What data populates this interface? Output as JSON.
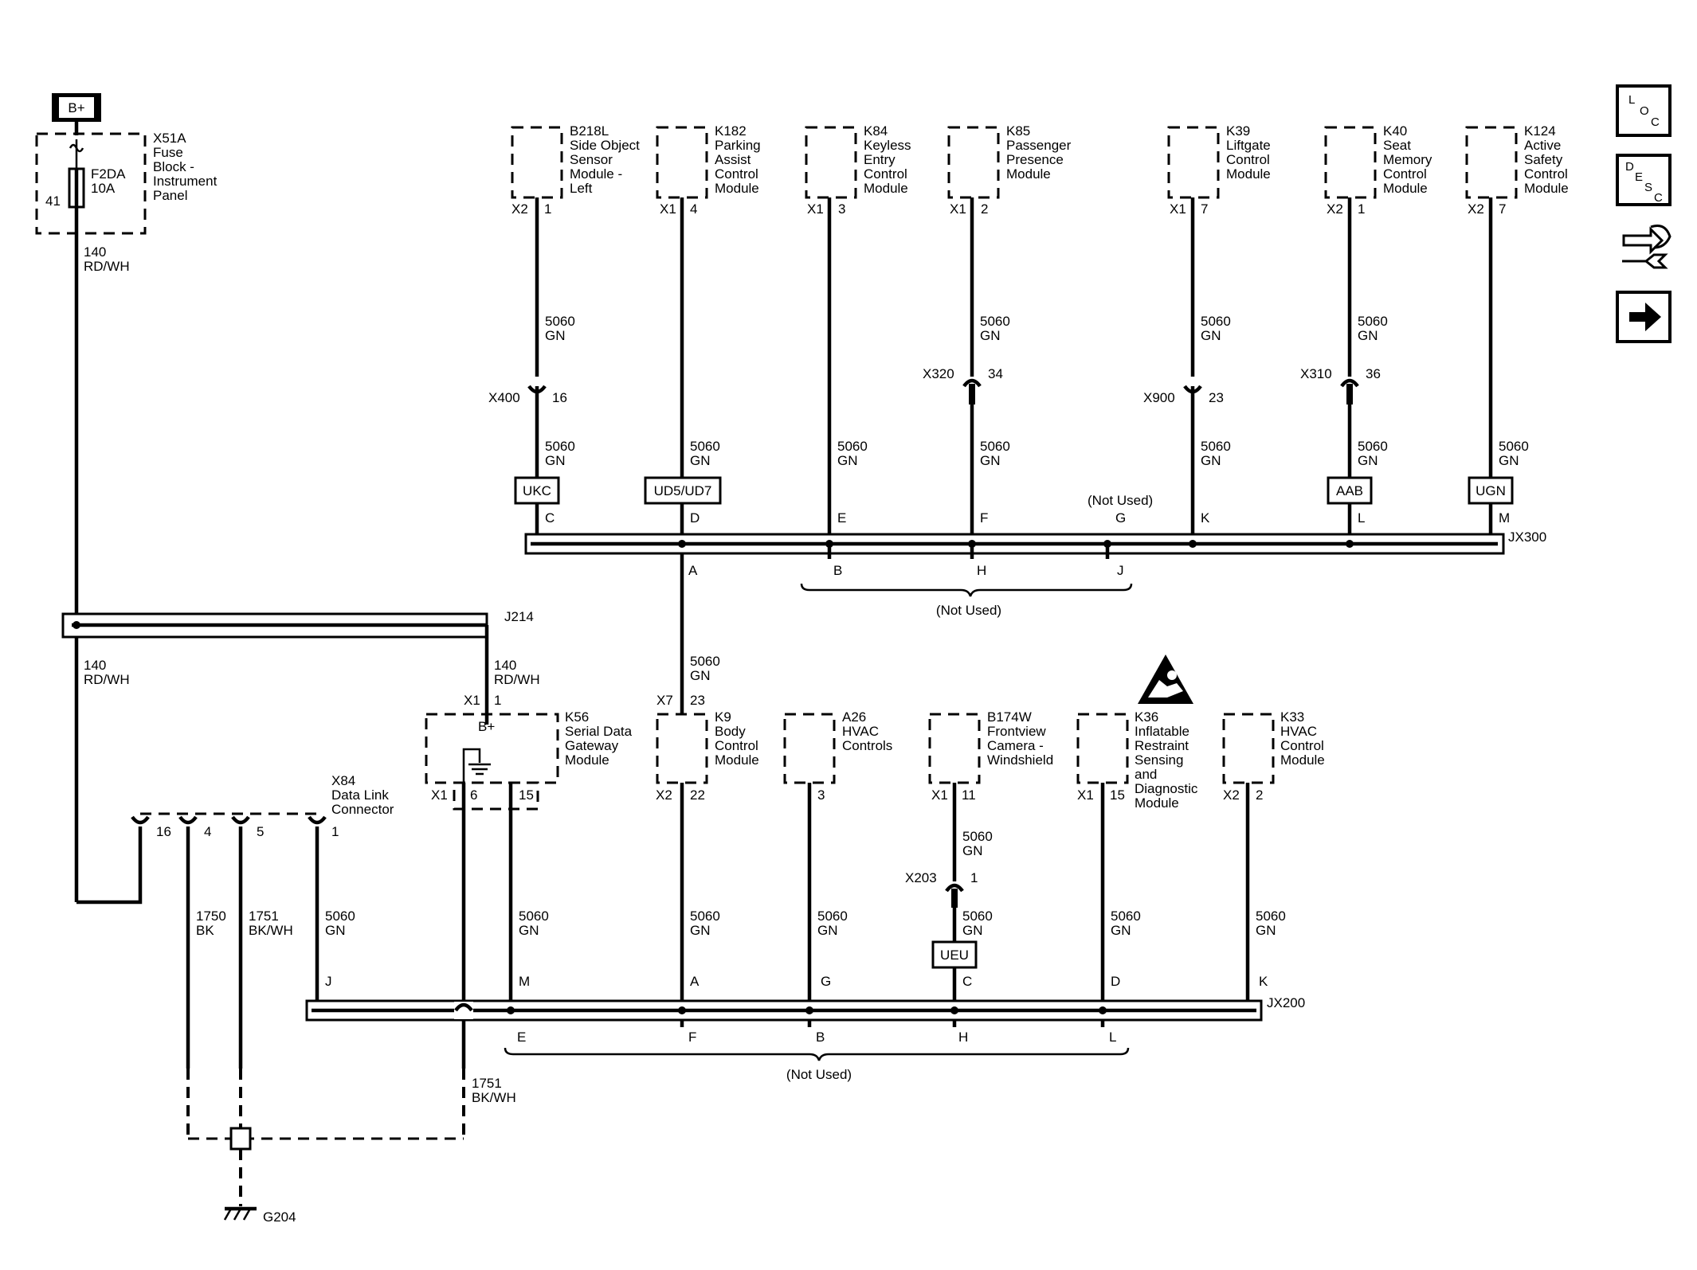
{
  "battery": "B+",
  "fuse_block": {
    "id": "X51A",
    "lines": [
      "Fuse",
      "Block -",
      "Instrument",
      "Panel"
    ],
    "fuse": "F2DA",
    "rating": "10A",
    "pin": "41"
  },
  "feed_wires": {
    "upper": [
      "140",
      "RD/WH"
    ],
    "left": [
      "140",
      "RD/WH"
    ],
    "right": [
      "140",
      "RD/WH"
    ]
  },
  "splices": {
    "j214": "J214",
    "jx300": "JX300",
    "jx200": "JX200"
  },
  "top_modules": [
    {
      "id": "B218L",
      "lines": [
        "Side Object",
        "Sensor",
        "Module -",
        "Left"
      ],
      "conn": "X2",
      "pin": "1",
      "wire1": [
        "5060",
        "GN"
      ],
      "inline": "X400",
      "inline_pin": "16",
      "wire2": [
        "5060",
        "GN"
      ],
      "tag": "UKC",
      "splice_pin": "C"
    },
    {
      "id": "K182",
      "lines": [
        "Parking",
        "Assist",
        "Control",
        "Module"
      ],
      "conn": "X1",
      "pin": "4",
      "wire2": [
        "5060",
        "GN"
      ],
      "tag": "UD5/UD7",
      "splice_pin": "D"
    },
    {
      "id": "K84",
      "lines": [
        "Keyless",
        "Entry",
        "Control",
        "Module"
      ],
      "conn": "X1",
      "pin": "3",
      "wire2": [
        "5060",
        "GN"
      ],
      "splice_pin": "E"
    },
    {
      "id": "K85",
      "lines": [
        "Passenger",
        "Presence",
        "Module"
      ],
      "conn": "X1",
      "pin": "2",
      "wire1": [
        "5060",
        "GN"
      ],
      "inline": "X320",
      "inline_pin": "34",
      "wire2": [
        "5060",
        "GN"
      ],
      "splice_pin": "F"
    },
    {
      "id": "K39",
      "lines": [
        "Liftgate",
        "Control",
        "Module"
      ],
      "conn": "X1",
      "pin": "7",
      "wire1": [
        "5060",
        "GN"
      ],
      "inline": "X900",
      "inline_pin": "23",
      "wire2": [
        "5060",
        "GN"
      ],
      "splice_pin": "K"
    },
    {
      "id": "K40",
      "lines": [
        "Seat",
        "Memory",
        "Control",
        "Module"
      ],
      "conn": "X2",
      "pin": "1",
      "wire1": [
        "5060",
        "GN"
      ],
      "inline": "X310",
      "inline_pin": "36",
      "wire2": [
        "5060",
        "GN"
      ],
      "tag": "AAB",
      "splice_pin": "L"
    },
    {
      "id": "K124",
      "lines": [
        "Active",
        "Safety",
        "Control",
        "Module"
      ],
      "conn": "X2",
      "pin": "7",
      "wire2": [
        "5060",
        "GN"
      ],
      "tag": "UGN",
      "splice_pin": "M"
    }
  ],
  "jx300_extra": {
    "not_used_top": "(Not Used)",
    "pin_g": "G",
    "pin_a": "A",
    "pin_b": "B",
    "pin_h": "H",
    "pin_j": "J",
    "not_used_bottom": "(Not Used)"
  },
  "trunk_wire": [
    "5060",
    "GN"
  ],
  "k9": {
    "id": "K9",
    "lines": [
      "Body",
      "Control",
      "Module"
    ],
    "conn_top": "X7",
    "pin_top": "23",
    "conn_bot": "X2",
    "pin_bot": "22",
    "wire": [
      "5060",
      "GN"
    ],
    "splice_pin": "A"
  },
  "k56": {
    "id": "K56",
    "lines": [
      "Serial Data",
      "Gateway",
      "Module"
    ],
    "conn_top": "X1",
    "pin_top": "1",
    "bplus": "B+",
    "conn_bot": "X1",
    "pin_gnd": "6",
    "pin_data": "15",
    "wire": [
      "5060",
      "GN"
    ],
    "splice_pin": "M"
  },
  "dlc": {
    "id": "X84",
    "lines": [
      "Data Link",
      "Connector"
    ],
    "pins": [
      "16",
      "4",
      "5",
      "1"
    ],
    "w1750": [
      "1750",
      "BK"
    ],
    "w1751": [
      "1751",
      "BK/WH"
    ],
    "wdata": [
      "5060",
      "GN"
    ],
    "splice_pin": "J"
  },
  "bottom_modules": [
    {
      "id": "A26",
      "lines": [
        "HVAC",
        "Controls"
      ],
      "pin": "3",
      "wire": [
        "5060",
        "GN"
      ],
      "splice_pin": "G"
    },
    {
      "id": "B174W",
      "lines": [
        "Frontview",
        "Camera -",
        "Windshield"
      ],
      "conn": "X1",
      "pin": "11",
      "wire1": [
        "5060",
        "GN"
      ],
      "inline": "X203",
      "inline_pin": "1",
      "wire2": [
        "5060",
        "GN"
      ],
      "tag": "UEU",
      "splice_pin": "C"
    },
    {
      "id": "K36",
      "lines": [
        "Inflatable",
        "Restraint",
        "Sensing",
        "and",
        "Diagnostic",
        "Module"
      ],
      "conn": "X1",
      "pin": "15",
      "wire": [
        "5060",
        "GN"
      ],
      "splice_pin": "D"
    },
    {
      "id": "K33",
      "lines": [
        "HVAC",
        "Control",
        "Module"
      ],
      "conn": "X2",
      "pin": "2",
      "wire": [
        "5060",
        "GN"
      ],
      "splice_pin": "K"
    }
  ],
  "jx200_extra": {
    "pin_e": "E",
    "pin_f": "F",
    "pin_b": "B",
    "pin_h": "H",
    "pin_l": "L",
    "not_used": "(Not Used)"
  },
  "ground": {
    "wire": [
      "1751",
      "BK/WH"
    ],
    "id": "G204"
  },
  "side_icons": {
    "loc": [
      "L",
      "O",
      "C"
    ],
    "desc": [
      "D",
      "E",
      "S",
      "C"
    ]
  }
}
